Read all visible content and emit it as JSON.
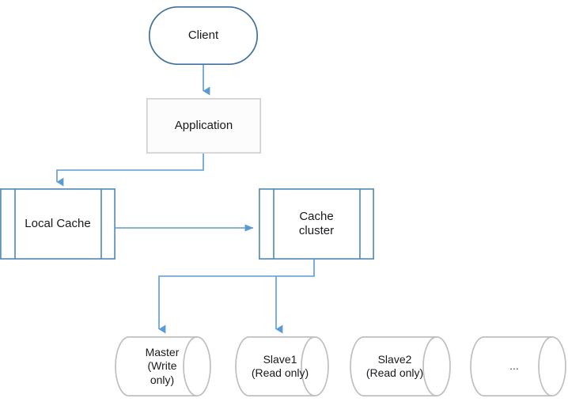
{
  "diagram": {
    "title": "Cache architecture flow diagram",
    "background_color": "#ffffff",
    "colors": {
      "connector_blue": "#5B9BD5",
      "rounded_node_border": "#41719C",
      "tape_node_border": "#5B8DB8",
      "plain_box_border": "#D0D0D0",
      "cylinder_border": "#BFBFBF",
      "node_fill": "#FFFFFF",
      "text": "#17191C"
    },
    "nodes": [
      {
        "id": "client",
        "name": "client-node",
        "shape": "rounded-rectangle",
        "label": "Client"
      },
      {
        "id": "application",
        "name": "application-node",
        "shape": "rectangle",
        "label": "Application"
      },
      {
        "id": "local-cache",
        "name": "local-cache-node",
        "shape": "tape",
        "label": "Local Cache"
      },
      {
        "id": "cache-cluster",
        "name": "cache-cluster-node",
        "shape": "tape",
        "label": "Cache\ncluster"
      },
      {
        "id": "master",
        "name": "master-database-node",
        "shape": "cylinder",
        "label": "Master\n(Write\nonly)"
      },
      {
        "id": "slave1",
        "name": "slave1-database-node",
        "shape": "cylinder",
        "label": "Slave1\n(Read only)"
      },
      {
        "id": "slave2",
        "name": "slave2-database-node",
        "shape": "cylinder",
        "label": "Slave2\n(Read only)"
      },
      {
        "id": "more",
        "name": "more-databases-node",
        "shape": "cylinder",
        "label": "..."
      }
    ],
    "connectors": [
      {
        "id": "c1",
        "name": "connector-client-to-application",
        "from": "client",
        "to": "application",
        "arrow": true,
        "style": "straight-down"
      },
      {
        "id": "c2",
        "name": "connector-application-to-local-cache",
        "from": "application",
        "to": "local-cache",
        "arrow": true,
        "style": "elbow-left-down"
      },
      {
        "id": "c3",
        "name": "connector-local-cache-to-cache-cluster",
        "from": "local-cache",
        "to": "cache-cluster",
        "arrow": true,
        "style": "straight-right"
      },
      {
        "id": "c4",
        "name": "connector-cache-cluster-to-master",
        "from": "cache-cluster",
        "to": "master",
        "arrow": true,
        "style": "elbow-down"
      },
      {
        "id": "c5",
        "name": "connector-cache-cluster-to-slave1",
        "from": "cache-cluster",
        "to": "slave1",
        "arrow": true,
        "style": "elbow-down"
      }
    ]
  }
}
